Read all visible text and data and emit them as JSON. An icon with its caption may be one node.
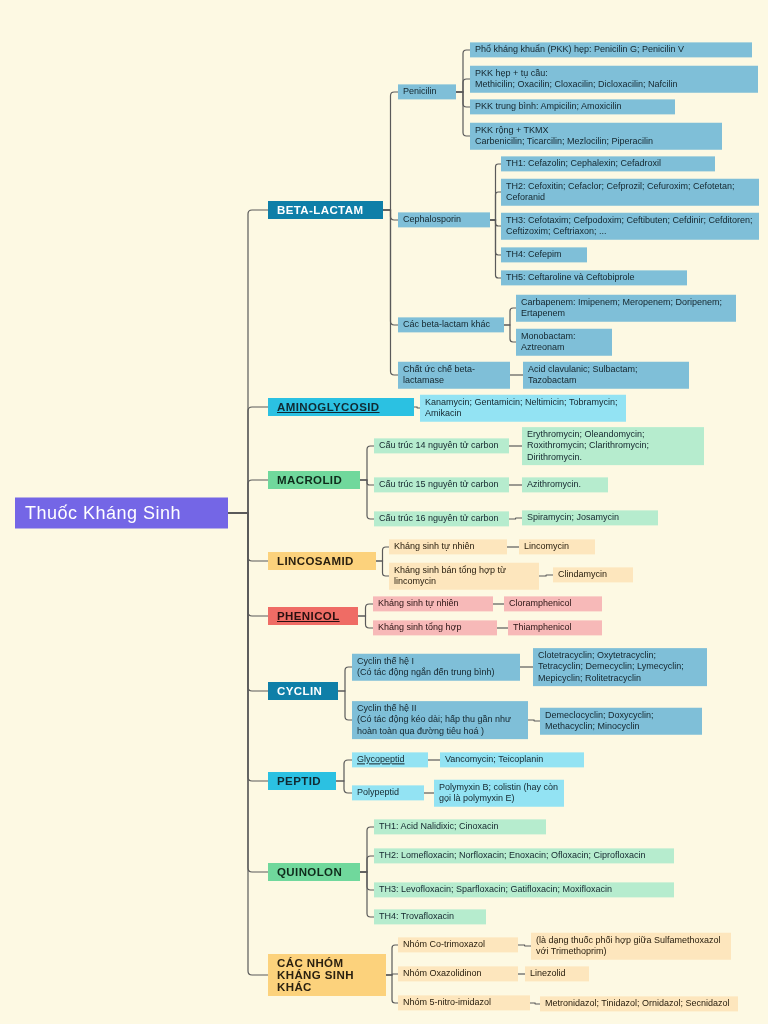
{
  "diagram": {
    "nodes": [
      {
        "text": [
          "Thuốc Kháng Sinh"
        ]
      },
      {
        "text": [
          "BETA-LACTAM"
        ]
      },
      {
        "text": [
          "Penicilin"
        ]
      },
      {
        "text": [
          "Phổ kháng khuẩn (PKK) hẹp: Penicilin G; Penicilin V"
        ]
      },
      {
        "text": [
          "PKK hẹp + tụ cầu:",
          "Methicilin; Oxacilin; Cloxacilin; Dicloxacilin; Nafcilin"
        ]
      },
      {
        "text": [
          "PKK trung bình: Ampicilin; Amoxicilin"
        ]
      },
      {
        "text": [
          "PKK rộng + TKMX",
          "Carbenicilin; Ticarcilin; Mezlocilin; Piperacilin"
        ]
      },
      {
        "text": [
          "Cephalosporin"
        ]
      },
      {
        "text": [
          "TH1: Cefazolin; Cephalexin; Cefadroxil"
        ]
      },
      {
        "text": [
          "TH2: Cefoxitin; Cefaclor; Cefprozil; Cefuroxim; Cefotetan; Ceforanid"
        ]
      },
      {
        "text": [
          "TH3: Cefotaxim; Cefpodoxim; Ceftibuten; Cefdinir; Cefditoren; Ceftizoxim; Ceftriaxon; ..."
        ]
      },
      {
        "text": [
          "TH4: Cefepim"
        ]
      },
      {
        "text": [
          "TH5: Ceftaroline và Ceftobiprole"
        ]
      },
      {
        "text": [
          "Các beta-lactam khác"
        ]
      },
      {
        "text": [
          "Carbapenem: Imipenem; Meropenem; Doripenem; Ertapenem"
        ]
      },
      {
        "text": [
          "Monobactam: Aztreonam"
        ]
      },
      {
        "text": [
          "Chất ức chế beta-lactamase"
        ]
      },
      {
        "text": [
          "Acid clavulanic; Sulbactam; Tazobactam"
        ]
      },
      {
        "text": [
          "AMINOGLYCOSID"
        ]
      },
      {
        "text": [
          "Kanamycin; Gentamicin; Neltimicin; Tobramycin; Amikacin"
        ]
      },
      {
        "text": [
          "MACROLID"
        ]
      },
      {
        "text": [
          "Cấu trúc 14 nguyên tử carbon"
        ]
      },
      {
        "text": [
          "Erythromycin; Oleandomycin; Roxithromycin; Clarithromycin; Dirithromycin."
        ]
      },
      {
        "text": [
          "Cấu trúc 15 nguyên tử carbon"
        ]
      },
      {
        "text": [
          "Azithromycin."
        ]
      },
      {
        "text": [
          "Cấu trúc 16 nguyên tử carbon"
        ]
      },
      {
        "text": [
          "Spiramycin; Josamycin"
        ]
      },
      {
        "text": [
          "LINCOSAMID"
        ]
      },
      {
        "text": [
          "Kháng sinh tự nhiên"
        ]
      },
      {
        "text": [
          "Lincomycin"
        ]
      },
      {
        "text": [
          "Kháng sinh bán tổng hợp từ lincomycin"
        ]
      },
      {
        "text": [
          "Clindamycin"
        ]
      },
      {
        "text": [
          "PHENICOL"
        ]
      },
      {
        "text": [
          "Kháng sinh tự nhiên"
        ]
      },
      {
        "text": [
          "Cloramphenicol"
        ]
      },
      {
        "text": [
          "Kháng sinh tổng hợp"
        ]
      },
      {
        "text": [
          "Thiamphenicol"
        ]
      },
      {
        "text": [
          "CYCLIN"
        ]
      },
      {
        "text": [
          "Cyclin thế hệ I",
          "(Có tác động ngắn đến trung bình)"
        ]
      },
      {
        "text": [
          "Clotetracyclin; Oxytetracyclin; Tetracyclin; Demecyclin; Lymecyclin; Mepicyclin; Rolitetracyclin"
        ]
      },
      {
        "text": [
          "Cyclin thế hệ II",
          "(Có tác động kéo dài; hấp thu gần như hoàn toàn qua đường tiêu hoá )"
        ]
      },
      {
        "text": [
          "Demeclocyclin; Doxycyclin; Methacyclin; Minocyclin"
        ]
      },
      {
        "text": [
          "PEPTID"
        ]
      },
      {
        "text": [
          "Glycopeptid"
        ]
      },
      {
        "text": [
          "Vancomycin; Teicoplanin"
        ]
      },
      {
        "text": [
          "Polypeptid"
        ]
      },
      {
        "text": [
          "Polymyxin B; colistin (hay còn gọi là polymyxin E)"
        ]
      },
      {
        "text": [
          "QUINOLON"
        ]
      },
      {
        "text": [
          "TH1: Acid Nalidixic; Cinoxacin"
        ]
      },
      {
        "text": [
          "TH2: Lomefloxacin; Norfloxacin; Enoxacin; Ofloxacin; Ciprofloxacin"
        ]
      },
      {
        "text": [
          "TH3: Levofloxacin; Sparfloxacin; Gatifloxacin; Moxifloxacin"
        ]
      },
      {
        "text": [
          "TH4: Trovafloxacin"
        ]
      },
      {
        "text": [
          "CÁC NHÓM KHÁNG SINH KHÁC"
        ]
      },
      {
        "text": [
          "Nhóm Co-trimoxazol"
        ]
      },
      {
        "text": [
          "(là dạng thuốc phối hợp giữa Sulfamethoxazol với Trimethoprim)"
        ]
      },
      {
        "text": [
          "Nhóm Oxazolidinon"
        ]
      },
      {
        "text": [
          "Linezolid"
        ]
      },
      {
        "text": [
          "Nhóm 5-nitro-imidazol"
        ]
      },
      {
        "text": [
          "Metronidazol; Tinidazol; Ornidazol; Secnidazol"
        ]
      }
    ],
    "edges": [
      {
        "from": 0,
        "to": 1,
        "arrow": "none"
      },
      {
        "from": 0,
        "to": 18,
        "arrow": "none"
      },
      {
        "from": 0,
        "to": 20,
        "arrow": "none"
      },
      {
        "from": 0,
        "to": 27,
        "arrow": "none"
      },
      {
        "from": 0,
        "to": 32,
        "arrow": "none"
      },
      {
        "from": 0,
        "to": 37,
        "arrow": "none"
      },
      {
        "from": 0,
        "to": 42,
        "arrow": "none"
      },
      {
        "from": 0,
        "to": 47,
        "arrow": "none"
      },
      {
        "from": 0,
        "to": 52,
        "arrow": "none"
      },
      {
        "from": 1,
        "to": 2,
        "arrow": "none"
      },
      {
        "from": 1,
        "to": 7,
        "arrow": "none"
      },
      {
        "from": 1,
        "to": 13,
        "arrow": "none"
      },
      {
        "from": 1,
        "to": 16,
        "arrow": "none"
      },
      {
        "from": 2,
        "to": 3,
        "arrow": "none"
      },
      {
        "from": 2,
        "to": 4,
        "arrow": "none"
      },
      {
        "from": 2,
        "to": 5,
        "arrow": "none"
      },
      {
        "from": 2,
        "to": 6,
        "arrow": "none"
      },
      {
        "from": 7,
        "to": 8,
        "arrow": "none"
      },
      {
        "from": 7,
        "to": 9,
        "arrow": "none"
      },
      {
        "from": 7,
        "to": 10,
        "arrow": "none"
      },
      {
        "from": 7,
        "to": 11,
        "arrow": "none"
      },
      {
        "from": 7,
        "to": 12,
        "arrow": "none"
      },
      {
        "from": 13,
        "to": 14,
        "arrow": "none"
      },
      {
        "from": 13,
        "to": 15,
        "arrow": "none"
      },
      {
        "from": 16,
        "to": 17,
        "arrow": "none"
      },
      {
        "from": 18,
        "to": 19,
        "arrow": "none"
      },
      {
        "from": 20,
        "to": 21,
        "arrow": "none"
      },
      {
        "from": 20,
        "to": 23,
        "arrow": "none"
      },
      {
        "from": 20,
        "to": 25,
        "arrow": "none"
      },
      {
        "from": 21,
        "to": 22,
        "arrow": "none"
      },
      {
        "from": 23,
        "to": 24,
        "arrow": "none"
      },
      {
        "from": 25,
        "to": 26,
        "arrow": "none"
      },
      {
        "from": 27,
        "to": 28,
        "arrow": "none"
      },
      {
        "from": 27,
        "to": 30,
        "arrow": "none"
      },
      {
        "from": 28,
        "to": 29,
        "arrow": "none"
      },
      {
        "from": 30,
        "to": 31,
        "arrow": "none"
      },
      {
        "from": 32,
        "to": 33,
        "arrow": "none"
      },
      {
        "from": 32,
        "to": 35,
        "arrow": "none"
      },
      {
        "from": 33,
        "to": 34,
        "arrow": "none"
      },
      {
        "from": 35,
        "to": 36,
        "arrow": "none"
      },
      {
        "from": 37,
        "to": 38,
        "arrow": "none"
      },
      {
        "from": 37,
        "to": 40,
        "arrow": "none"
      },
      {
        "from": 38,
        "to": 39,
        "arrow": "none"
      },
      {
        "from": 40,
        "to": 41,
        "arrow": "none"
      },
      {
        "from": 42,
        "to": 43,
        "arrow": "none"
      },
      {
        "from": 42,
        "to": 45,
        "arrow": "none"
      },
      {
        "from": 43,
        "to": 44,
        "arrow": "none"
      },
      {
        "from": 45,
        "to": 46,
        "arrow": "none"
      },
      {
        "from": 47,
        "to": 48,
        "arrow": "none"
      },
      {
        "from": 47,
        "to": 49,
        "arrow": "none"
      },
      {
        "from": 47,
        "to": 50,
        "arrow": "none"
      },
      {
        "from": 47,
        "to": 51,
        "arrow": "none"
      },
      {
        "from": 52,
        "to": 53,
        "arrow": "none"
      },
      {
        "from": 52,
        "to": 55,
        "arrow": "none"
      },
      {
        "from": 52,
        "to": 57,
        "arrow": "none"
      },
      {
        "from": 53,
        "to": 54,
        "arrow": "none"
      },
      {
        "from": 55,
        "to": 56,
        "arrow": "none"
      },
      {
        "from": 57,
        "to": 58,
        "arrow": "none"
      }
    ]
  }
}
